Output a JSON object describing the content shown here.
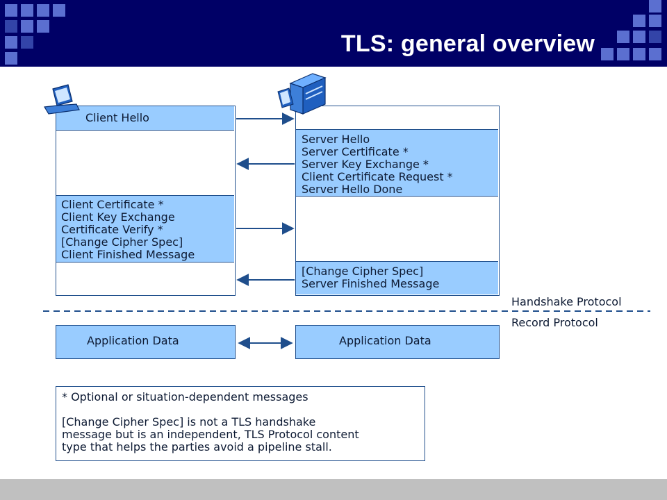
{
  "slide": {
    "title": "TLS: general overview"
  },
  "client": {
    "hello": "Client Hello",
    "messages": [
      "Client Certificate *",
      "Client Key Exchange",
      "Certificate Verify *",
      "[Change Cipher Spec]",
      "Client Finished Message"
    ]
  },
  "server": {
    "hello_messages": [
      "Server Hello",
      "Server Certificate *",
      "Server Key Exchange *",
      "Client Certificate Request *",
      "Server Hello Done"
    ],
    "finish_messages": [
      "[Change Cipher Spec]",
      "Server Finished Message"
    ]
  },
  "protocols": {
    "handshake": "Handshake Protocol",
    "record": "Record Protocol"
  },
  "app": {
    "client": "Application Data",
    "server": "Application Data"
  },
  "notes": {
    "optional": "* Optional or situation-dependent messages",
    "change_cipher": [
      "[Change Cipher Spec] is not a TLS handshake",
      "message but is an independent, TLS Protocol content",
      "type that helps the parties avoid a pipeline stall."
    ]
  },
  "icons": {
    "client": "laptop-icon",
    "server": "server-icon"
  },
  "colors": {
    "header": "#000066",
    "message_fill": "#99ccff",
    "border": "#1f4e8c",
    "footer": "#c0c0c0"
  }
}
